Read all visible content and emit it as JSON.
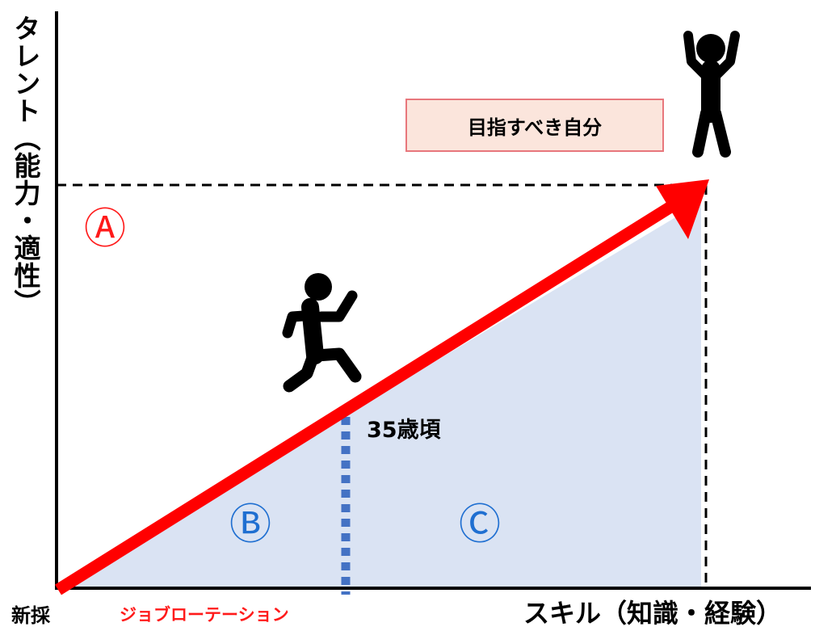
{
  "y_axis_label": "タレント（能力・適性）",
  "x_axis_label": "スキル（知識・経験）",
  "origin_label": "新採",
  "rotation_label": "ジョブローテーション",
  "target_label": "目指すべき自分",
  "age_label": "35歳頃",
  "region_labels": {
    "a": "Ⓐ",
    "b": "Ⓑ",
    "c": "Ⓒ"
  },
  "figures": {
    "runner": "running-person-icon",
    "goal": "cheering-person-icon"
  },
  "colors": {
    "arrow": "#ff0000",
    "region_fill": "#dae3f3",
    "age_line": "#4472c4",
    "target_fill": "#fbe5dc",
    "target_border": "#e8777c",
    "mark_a": "#ff1a1a",
    "mark_bc": "#1f6fd1"
  }
}
